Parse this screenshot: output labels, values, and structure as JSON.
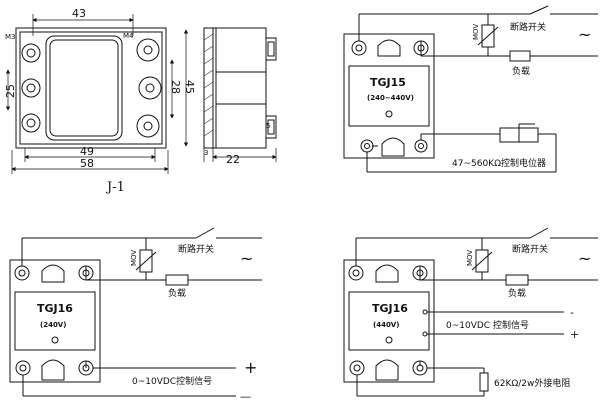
{
  "drawing": {
    "dimensions": {
      "top_width": "43",
      "hole_size": "M3",
      "inner_dim": "M4",
      "left_height": "25",
      "right_height": "28",
      "total_height": "45",
      "bottom_width": "49",
      "overall_width": "58",
      "side_small_top": "3",
      "side_small_right": "5",
      "side_depth": "22"
    },
    "caption": "J-1"
  },
  "circuits": {
    "tgj15": {
      "model": "TGJ15",
      "rating": "(240~440V)",
      "mov": "MOV",
      "switch": "断路开关",
      "load": "负载",
      "ac": "~",
      "control": "47~560KΩ控制电位器"
    },
    "tgj16a": {
      "model": "TGJ16",
      "rating": "(240V)",
      "mov": "MOV",
      "switch": "断路开关",
      "load": "负载",
      "ac": "~",
      "control": "0~10VDC控制信号",
      "plus": "+",
      "minus": "—"
    },
    "tgj16b": {
      "model": "TGJ16",
      "rating": "(440V)",
      "mov": "MOV",
      "switch": "断路开关",
      "load": "负载",
      "ac": "~",
      "control": "0~10VDC 控制信号",
      "minus": "-",
      "plus": "+",
      "resistor": "62KΩ/2w外接电阻"
    }
  }
}
